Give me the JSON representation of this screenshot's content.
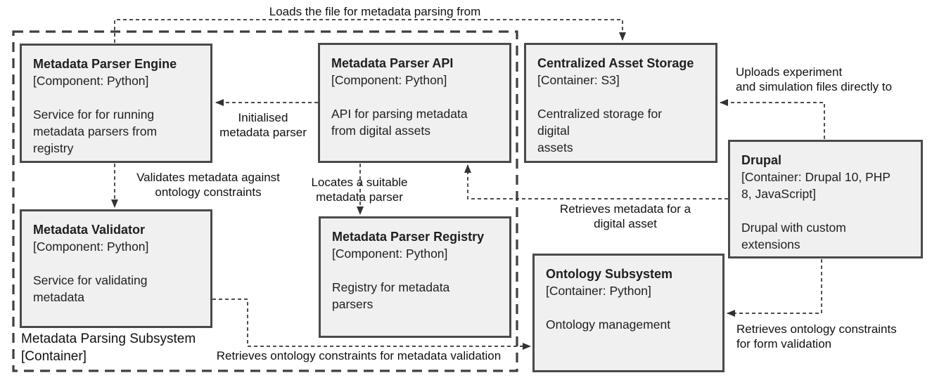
{
  "diagram": {
    "container": {
      "label": "Metadata Parsing Subsystem",
      "sublabel": "[Container]"
    },
    "nodes": {
      "engine": {
        "title": "Metadata Parser Engine",
        "subtitle": "[Component: Python]",
        "description": "Service for for running\nmetadata parsers from\nregistry"
      },
      "api": {
        "title": "Metadata Parser API",
        "subtitle": "[Component: Python]",
        "description": "API for parsing metadata\nfrom digital assets"
      },
      "cas": {
        "title": "Centralized Asset Storage",
        "subtitle": "[Container: S3]",
        "description": "Centralized storage for\ndigital\nassets"
      },
      "drupal": {
        "title": "Drupal",
        "subtitle": "[Container: Drupal 10, PHP\n8, JavaScript]",
        "description": "Drupal with custom\nextensions"
      },
      "validator": {
        "title": "Metadata Validator",
        "subtitle": "[Component: Python]",
        "description": "Service for validating\nmetadata"
      },
      "registry": {
        "title": "Metadata Parser Registry",
        "subtitle": "[Component: Python]",
        "description": "Registry for metadata\nparsers"
      },
      "ontology": {
        "title": "Ontology Subsystem",
        "subtitle": "[Container: Python]",
        "description": "Ontology management"
      }
    },
    "edges": {
      "loads": "Loads the file for metadata parsing from",
      "initialised": "Initialised\nmetadata parser",
      "validates": "Validates metadata against\nontology constraints",
      "locates": "Locates a suitable\nmetadata parser",
      "retrieves_metadata": "Retrieves metadata for a\ndigital asset",
      "uploads": "Uploads experiment\nand simulation files directly to",
      "retrieves_form": "Retrieves ontology constraints\nfor form validation",
      "retrieves_validation": "Retrieves ontology constraints for metadata validation"
    },
    "colors": {
      "node_fill": "#f0f0f0",
      "node_border": "#4a4a4a",
      "wire": "#333333",
      "text": "#1f1f1f",
      "background": "#ffffff"
    }
  }
}
